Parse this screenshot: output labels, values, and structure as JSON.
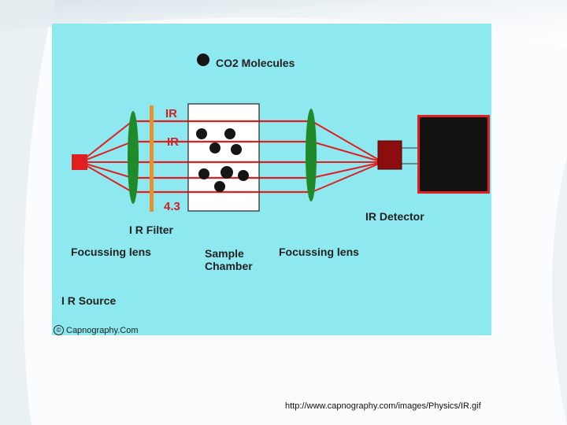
{
  "legend": {
    "label": "CO2 Molecules"
  },
  "labels": {
    "ir_top": "IR",
    "ir_mid": "IR",
    "wavelength": "4.3",
    "ir_filter": "I R Filter",
    "focussing_lens_left": "Focussing lens",
    "sample_chamber_line1": "Sample",
    "sample_chamber_line2": "Chamber",
    "focussing_lens_right": "Focussing lens",
    "ir_detector": "IR Detector",
    "ir_source": "I R  Source"
  },
  "copyright": {
    "text": "Capnography.Com"
  },
  "source_url": "http://www.capnography.com/images/Physics/IR.gif",
  "colors": {
    "panel": "#8ee8f0",
    "beam": "#e02020",
    "lens": "#1f8a2a",
    "filter": "#e8912a",
    "detector_box": "#111111",
    "detector_sensor": "#8b0e0e",
    "molecule": "#151515"
  }
}
